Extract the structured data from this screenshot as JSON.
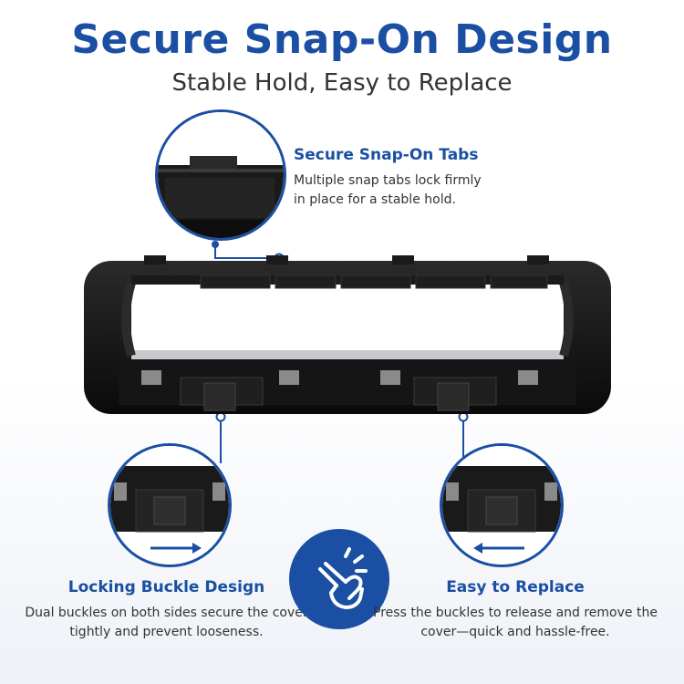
{
  "header": {
    "title": "Secure Snap-On Design",
    "subtitle": "Stable Hold, Easy to Replace"
  },
  "callouts": {
    "tabs": {
      "title": "Secure Snap-On Tabs",
      "text": "Multiple snap tabs lock firmly in place for a stable hold."
    },
    "locking": {
      "title": "Locking Buckle Design",
      "text": "Dual buckles on both sides secure the cover tightly and prevent looseness."
    },
    "replace": {
      "title": "Easy to Replace",
      "text": "Press the buckles to release and remove the cover—quick and hassle-free."
    }
  },
  "colors": {
    "accent": "#1a4fa3",
    "product": "#141414",
    "text": "#333333"
  },
  "icons": {
    "center": "snap-hand-icon",
    "left_arrow": "arrow-right-icon",
    "right_arrow": "arrow-left-icon"
  }
}
